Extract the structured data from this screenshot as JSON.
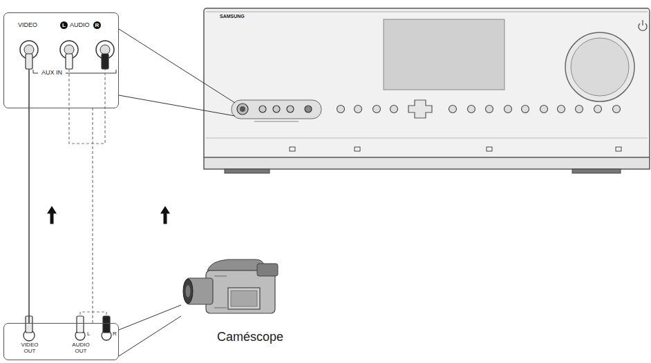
{
  "diagram": {
    "nodes": [
      {
        "text": [
          "SAMSUNG"
        ]
      },
      {
        "text": [
          "VIDEO",
          "L",
          "AUDIO",
          "R",
          "AUX IN"
        ]
      },
      {
        "text": [
          "VIDEO OUT",
          "L",
          "AUDIO OUT",
          "R"
        ]
      },
      {
        "text": [
          "Caméscope"
        ]
      }
    ],
    "edges": [
      {
        "from": 2,
        "to": 1,
        "arrow": "to"
      },
      {
        "from": 2,
        "to": 1,
        "arrow": "to"
      }
    ]
  }
}
